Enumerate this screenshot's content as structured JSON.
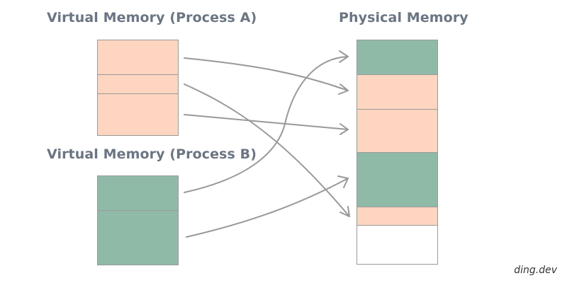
{
  "labels": {
    "virtual_a": "Virtual Memory (Process A)",
    "virtual_b": "Virtual Memory (Process B)",
    "physical": "Physical Memory"
  },
  "watermark": "ding.dev",
  "colors": {
    "process_a": "#fdd5c0",
    "process_b": "#8fbaa8",
    "free": "#ffffff",
    "border": "#9a9a9a",
    "arrow": "#999999",
    "title": "#6b7583"
  }
}
